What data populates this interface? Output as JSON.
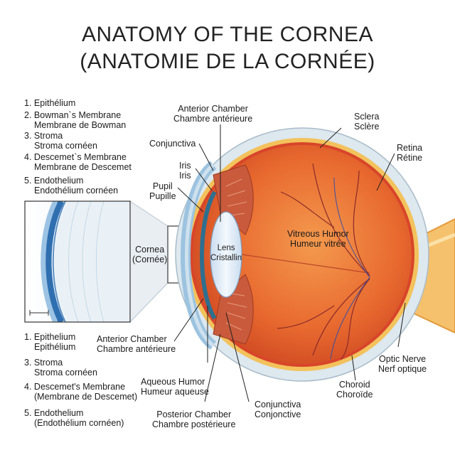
{
  "title": {
    "line1": "ANATOMY OF THE CORNEA",
    "line2": "(ANATOMIE DE LA CORNÉE)"
  },
  "top_layers": [
    {
      "n": "1.",
      "en": "Epithélium",
      "fr": ""
    },
    {
      "n": "2.",
      "en": "Bowman`s Membrane",
      "fr": "Membrane de Bowman"
    },
    {
      "n": "3.",
      "en": "Stroma",
      "fr": "Stroma cornéen"
    },
    {
      "n": "4.",
      "en": "Descemet`s Membrane",
      "fr": "Membrane de Descemet"
    },
    {
      "n": "5.",
      "en": "Endothelium",
      "fr": "Endothélium cornéen"
    }
  ],
  "bottom_layers": [
    {
      "n": "1.",
      "en": "Epithelium",
      "fr": "Epithélium"
    },
    {
      "n": "3.",
      "en": "Stroma",
      "fr": "Stroma cornéen"
    },
    {
      "n": "4.",
      "en": "Descemet's Membrane",
      "fr": "(Membrane de Descemet)"
    },
    {
      "n": "5.",
      "en": "Endothelium",
      "fr": "(Endothélium cornéen)"
    }
  ],
  "labels": {
    "anterior_chamber_top": {
      "en": "Anterior Chamber",
      "fr": "Chambre antérieure"
    },
    "conjunctiva_top": {
      "en": "Conjunctiva"
    },
    "iris": {
      "en": "Iris",
      "fr": "Iris"
    },
    "pupil": {
      "en": "Pupil",
      "fr": "Pupille"
    },
    "cornea": {
      "en": "Cornea",
      "fr": "(Cornée)"
    },
    "lens": {
      "en": "Lens",
      "fr": "Cristallin"
    },
    "sclera": {
      "en": "Sclera",
      "fr": "Sclère"
    },
    "retina": {
      "en": "Retina",
      "fr": "Rétine"
    },
    "vitreous": {
      "en": "Vitreous Humor",
      "fr": "Humeur vitrée"
    },
    "anterior_chamber_bottom": {
      "en": "Anterior Chamber",
      "fr": "Chambre antérieure"
    },
    "aqueous": {
      "en": "Aqueous Humor",
      "fr": "Humeur aqueuse"
    },
    "posterior_chamber": {
      "en": "Posterior Chamber",
      "fr": "Chambre postérieure"
    },
    "conjunctiva_bottom": {
      "en": "Conjunctiva",
      "fr": "Conjonctive"
    },
    "choroid": {
      "en": "Choroid",
      "fr": "Choroïde"
    },
    "optic_nerve": {
      "en": "Optic Nerve",
      "fr": "Nerf optique"
    }
  },
  "colors": {
    "sclera": "#dde8ef",
    "retina_band": "#f3c25c",
    "globe": "#e45f2c",
    "iris": "#c95a3c",
    "lens": "#e4eef7",
    "cornea": "#8fb9d6",
    "nerve": "#f0b45a"
  }
}
